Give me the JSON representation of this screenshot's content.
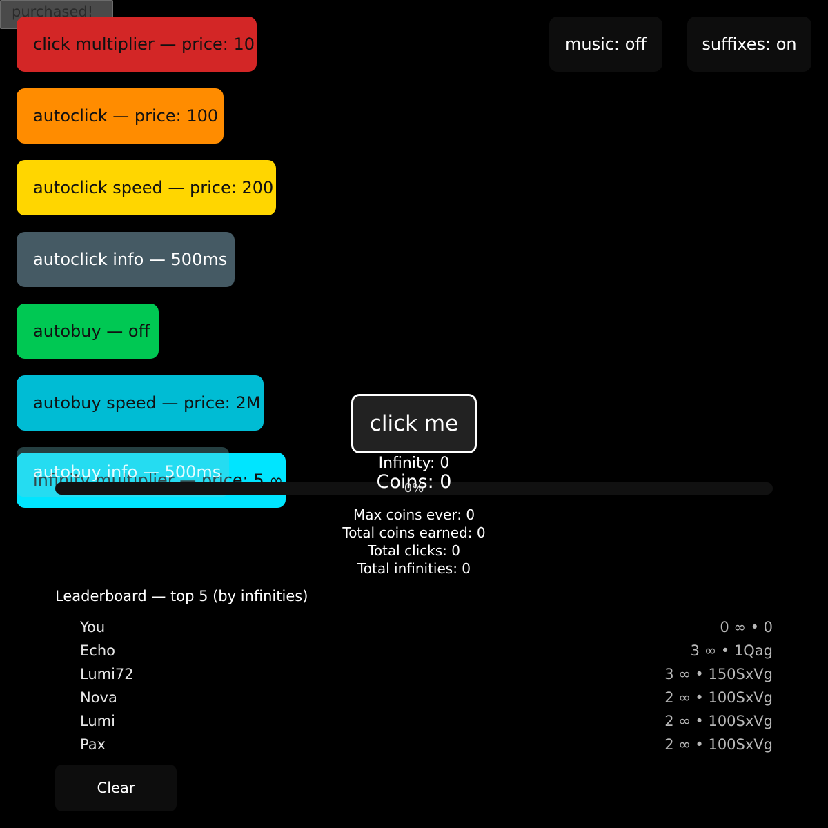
{
  "toast": {
    "text": "purchased!"
  },
  "shop": {
    "click_multiplier": {
      "label": "click multiplier — price: 10",
      "color": "#d32626"
    },
    "autoclick": {
      "label": "autoclick — price: 100",
      "color": "#ff8c00"
    },
    "autoclick_speed": {
      "label": "autoclick speed — price: 200",
      "color": "#ffd600"
    },
    "autoclick_info": {
      "label": "autoclick info — 500ms",
      "color": "#455a64"
    },
    "autobuy": {
      "label": "autobuy — off",
      "color": "#00c853"
    },
    "autobuy_speed": {
      "label": "autobuy speed — price: 2M",
      "color": "#00bcd4"
    },
    "infinity_multiplier": {
      "label": "infinity multiplier — price: 5 ∞",
      "color": "#00e5ff"
    },
    "autobuy_info": {
      "label": "autobuy info — 500ms"
    }
  },
  "toggles": {
    "music": "music: off",
    "suffixes": "suffixes: on"
  },
  "game": {
    "click_label": "click me",
    "infinity": "Infinity: 0",
    "coins": "Coins: 0",
    "progress_text": "0%",
    "progress_percent": 0
  },
  "stats": {
    "max_coins": "Max coins ever: 0",
    "total_earned": "Total coins earned: 0",
    "total_clicks": "Total clicks: 0",
    "total_infinities": "Total infinities: 0"
  },
  "leaderboard": {
    "title": "Leaderboard — top 5 (by infinities)",
    "rows": [
      {
        "name": "You",
        "score": "0 ∞ • 0"
      },
      {
        "name": "Echo",
        "score": "3 ∞ • 1Qag"
      },
      {
        "name": "Lumi72",
        "score": "3 ∞ • 150SxVg"
      },
      {
        "name": "Nova",
        "score": "2 ∞ • 100SxVg"
      },
      {
        "name": "Lumi",
        "score": "2 ∞ • 100SxVg"
      },
      {
        "name": "Pax",
        "score": "2 ∞ • 100SxVg"
      }
    ],
    "clear_label": "Clear"
  }
}
